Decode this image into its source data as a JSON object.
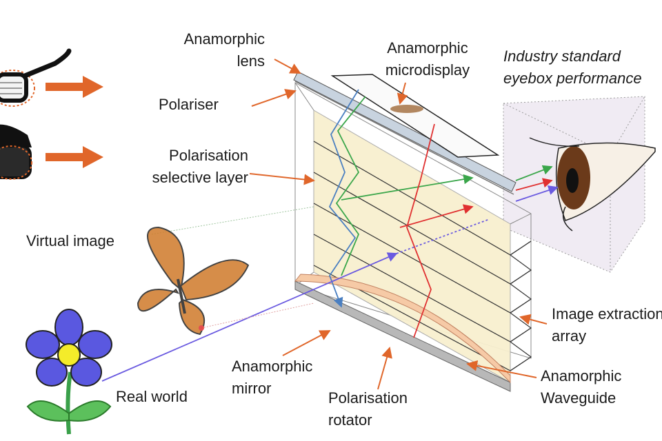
{
  "labels": {
    "anamorphic_lens": [
      "Anamorphic",
      "lens"
    ],
    "polariser": "Polariser",
    "polarisation_selective_layer": [
      "Polarisation",
      "selective layer"
    ],
    "anamorphic_microdisplay": [
      "Anamorphic",
      "microdisplay"
    ],
    "eyebox": [
      "Industry standard",
      "eyebox performance"
    ],
    "virtual_image": "Virtual image",
    "real_world": "Real world",
    "anamorphic_mirror": [
      "Anamorphic",
      "mirror"
    ],
    "polarisation_rotator": [
      "Polarisation",
      "rotator"
    ],
    "image_extraction_array": [
      "Image extraction",
      "array"
    ],
    "anamorphic_waveguide": [
      "Anamorphic",
      "Waveguide"
    ]
  },
  "colors": {
    "callout": "#e0662a",
    "ray_blue": "#4a7fc1",
    "ray_green": "#3aa64a",
    "ray_red": "#e03030",
    "ray_purple": "#6a5ae0",
    "panel_fill": "#f8efcf",
    "rotator_fill": "#f6caa6",
    "lens_fill": "#c8d3df",
    "eyebox_fill": "#ece6f0"
  },
  "icons": [
    "glasses-icon",
    "goggles-icon",
    "butterfly-icon",
    "flower-icon",
    "eye-icon"
  ]
}
